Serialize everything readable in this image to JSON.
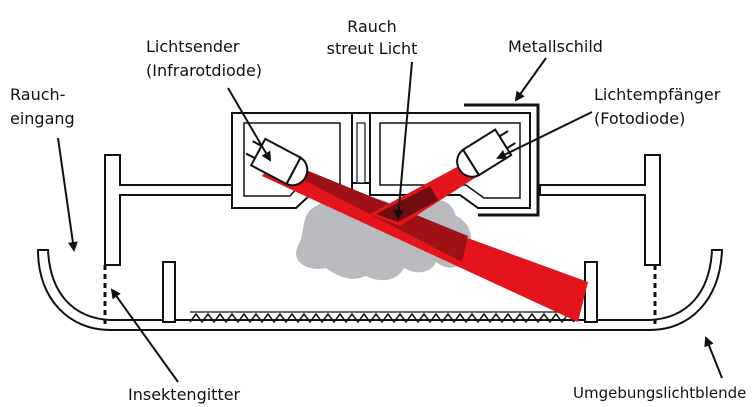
{
  "labels": {
    "rauch_line1": "Rauch",
    "rauch_line2": "streut Licht",
    "lichtsender_line1": "Lichtsender",
    "lichtsender_line2": "(Infrarotdiode)",
    "metallschild": "Metallschild",
    "lichtempfaenger_line1": "Lichtempfänger",
    "lichtempfaenger_line2": "(Fotodiode)",
    "rauch_eingang_line1": "Rauch-",
    "rauch_eingang_line2": "eingang",
    "insektengitter": "Insektengitter",
    "umgebungslichtblende": "Umgebungslichtblende"
  },
  "colors": {
    "outline": "#111111",
    "housing_fill": "#ffffff",
    "smoke": "#b9babd",
    "beam_main": "#e3141b",
    "beam_dark": "#9e1217",
    "beam_overlap": "#6f0d10",
    "scatter_beam": "#e3141b"
  }
}
